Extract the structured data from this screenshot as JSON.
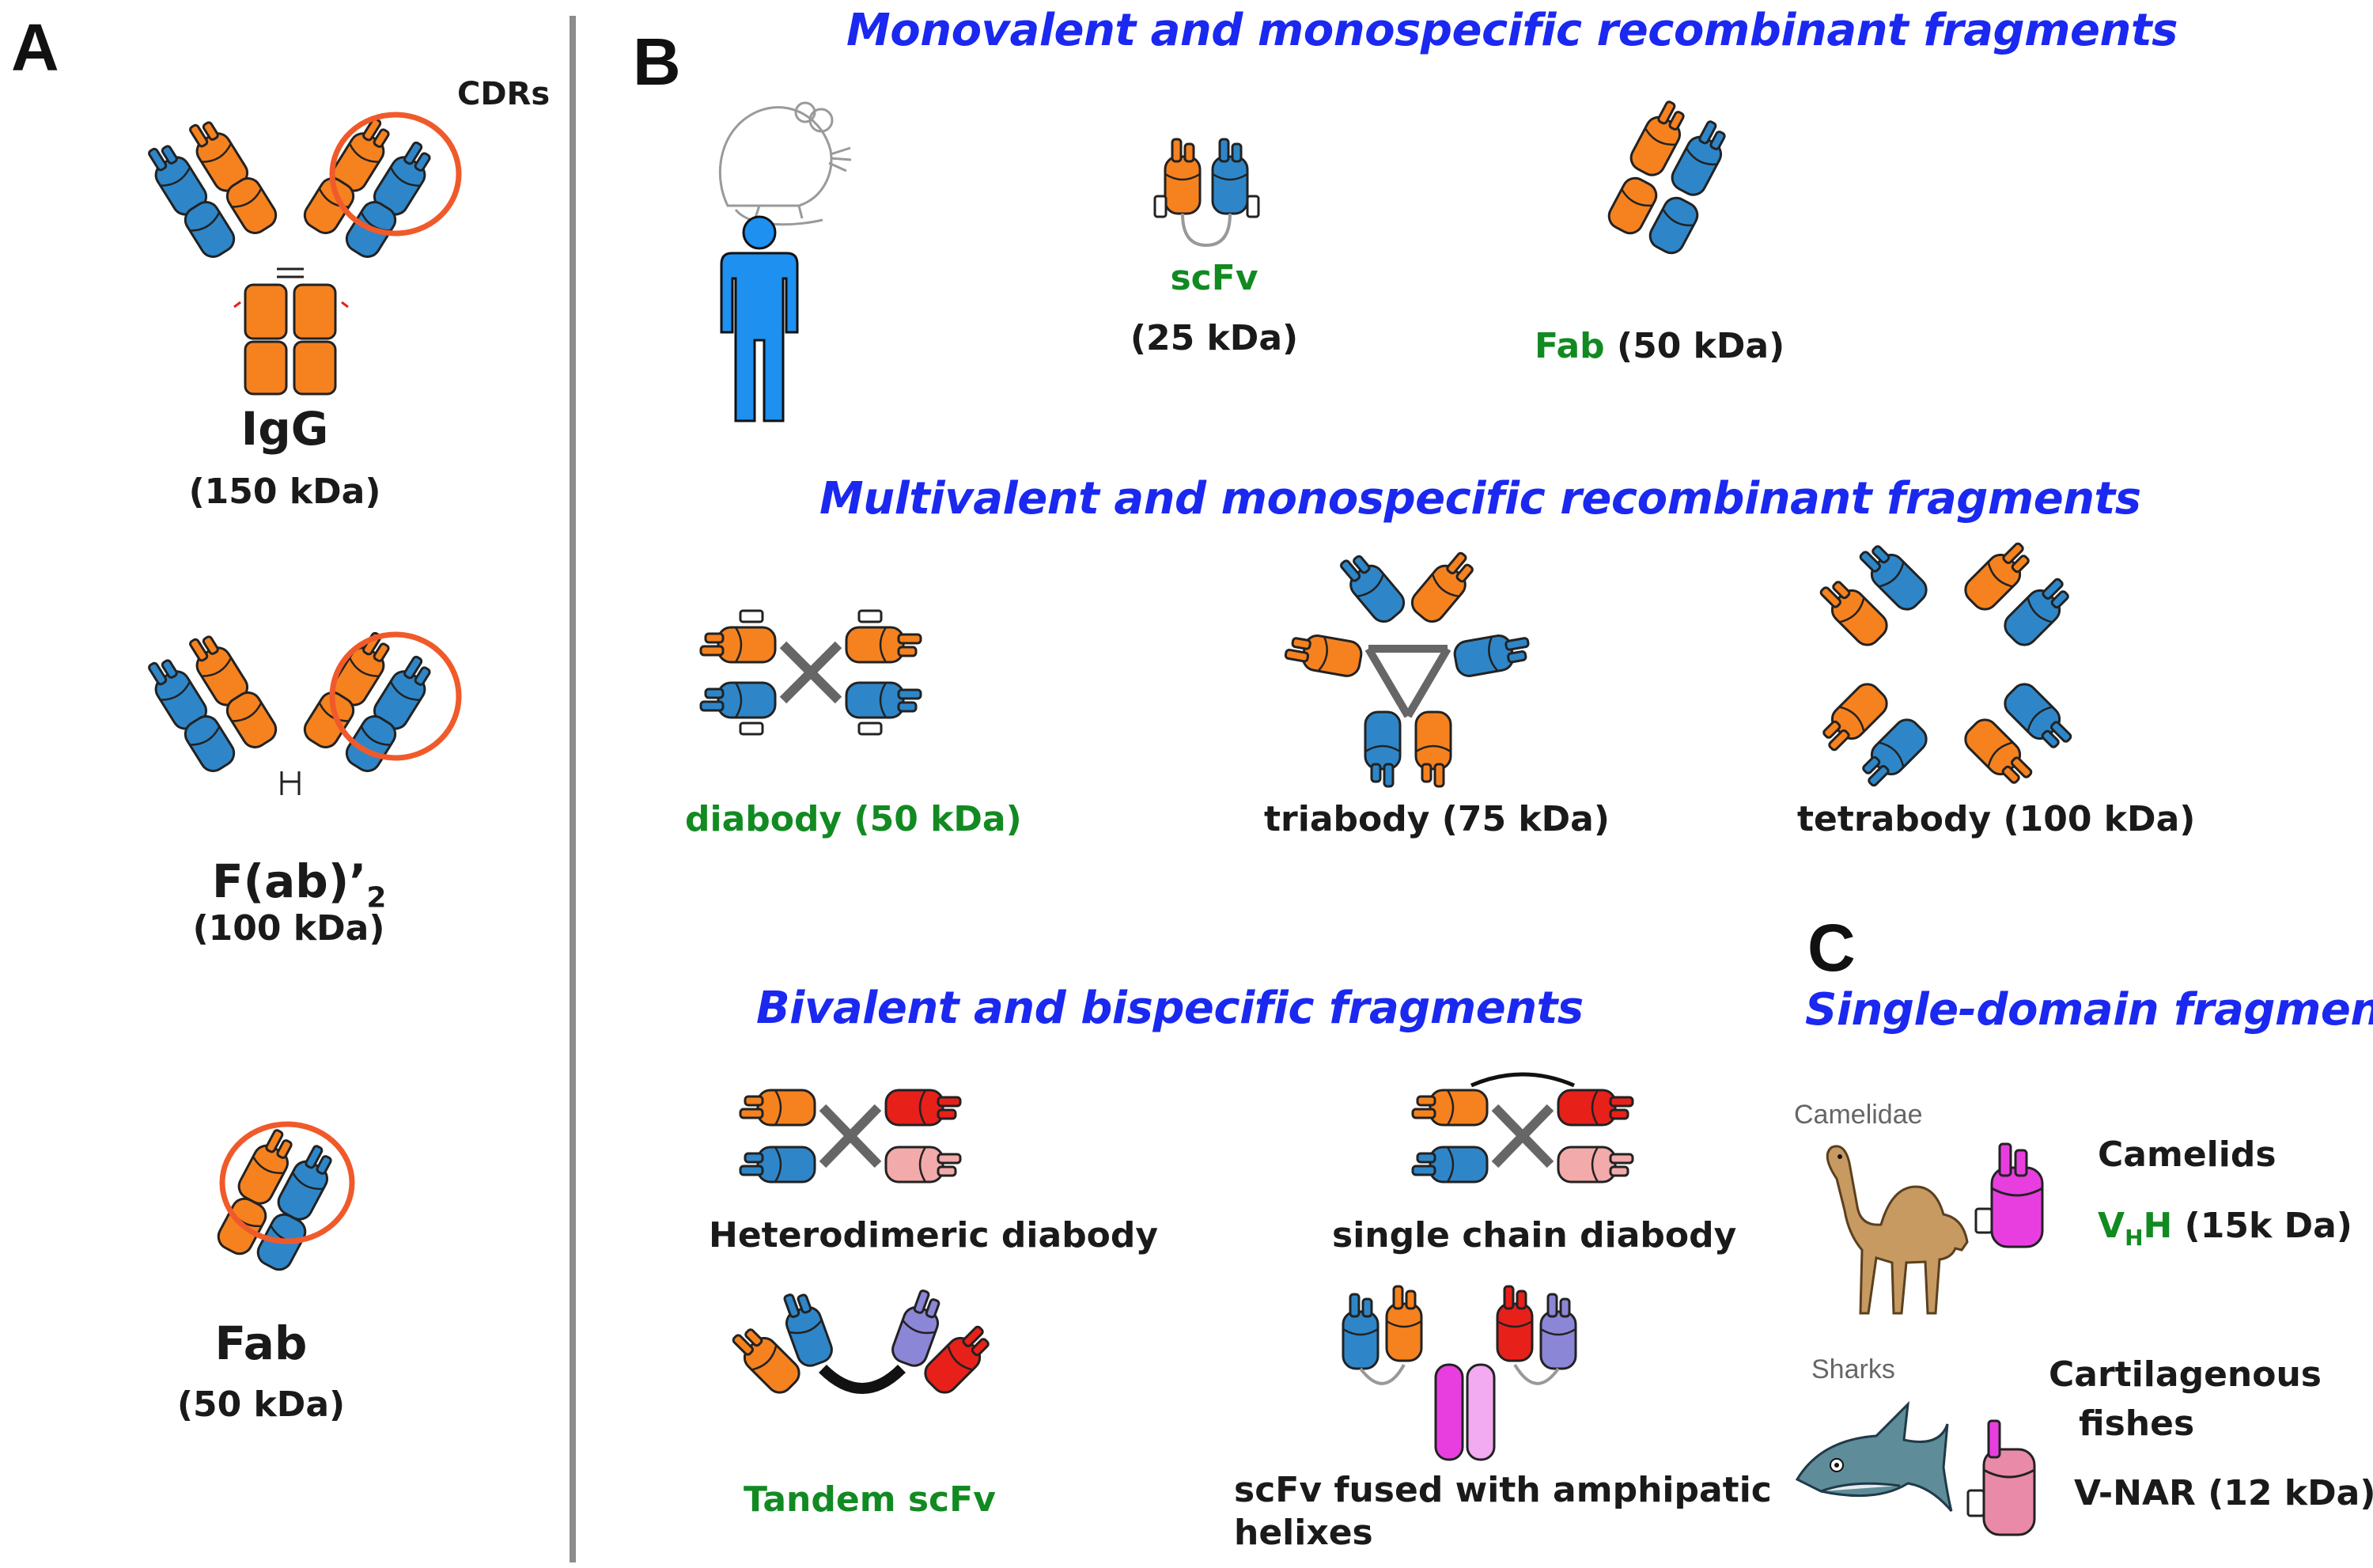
{
  "panels": {
    "a": "A",
    "b": "B",
    "c": "C"
  },
  "panel_a": {
    "cdrs_label": "CDRs",
    "igg": {
      "name": "IgG",
      "mass": "(150 kDa)"
    },
    "fab2": {
      "name_main": "F(ab)’",
      "name_sub": "2",
      "mass": "(100 kDa)"
    },
    "fab": {
      "name": "Fab",
      "mass": "(50 kDa)"
    }
  },
  "panel_b": {
    "heading_mono": "Monovalent and monospecific recombinant fragments",
    "heading_multi": "Multivalent and monospecific recombinant fragments",
    "heading_bi": "Bivalent and  bispecific fragments",
    "scfv": {
      "name": "scFv",
      "mass": "(25 kDa)"
    },
    "fab": {
      "name": "Fab",
      "mass": " (50 kDa)"
    },
    "diabody": "diabody (50 kDa)",
    "triabody": "triabody (75 kDa)",
    "tetrabody": "tetrabody (100 kDa)",
    "hetero_diabody": "Heterodimeric diabody",
    "sc_diabody": "single chain diabody",
    "tandem_scfv": "Tandem scFv",
    "scfv_helix_1": "scFv fused with amphipatic",
    "scfv_helix_2": "helixes"
  },
  "panel_c": {
    "heading": "Single-domain fragment",
    "camelidae_caption": "Camelidae",
    "camelids": "Camelids",
    "vhh_v": "V",
    "vhh_sub": "H",
    "vhh_h": "H",
    "vhh_mass": " (15k Da)",
    "sharks_caption": "Sharks",
    "cartilagenous_1": "Cartilagenous",
    "cartilagenous_2": "fishes",
    "vnar": "V-NAR (12 kDa)"
  },
  "colors": {
    "orange": "#f5821f",
    "blue": "#2e86c8",
    "red": "#e8201a",
    "pink": "#f2aaaa",
    "purple": "#8c86d6",
    "magenta": "#e83ee0",
    "rose": "#e98aa8",
    "circle": "#f05a2a",
    "heading": "#1a28f0",
    "green": "#128a22"
  }
}
